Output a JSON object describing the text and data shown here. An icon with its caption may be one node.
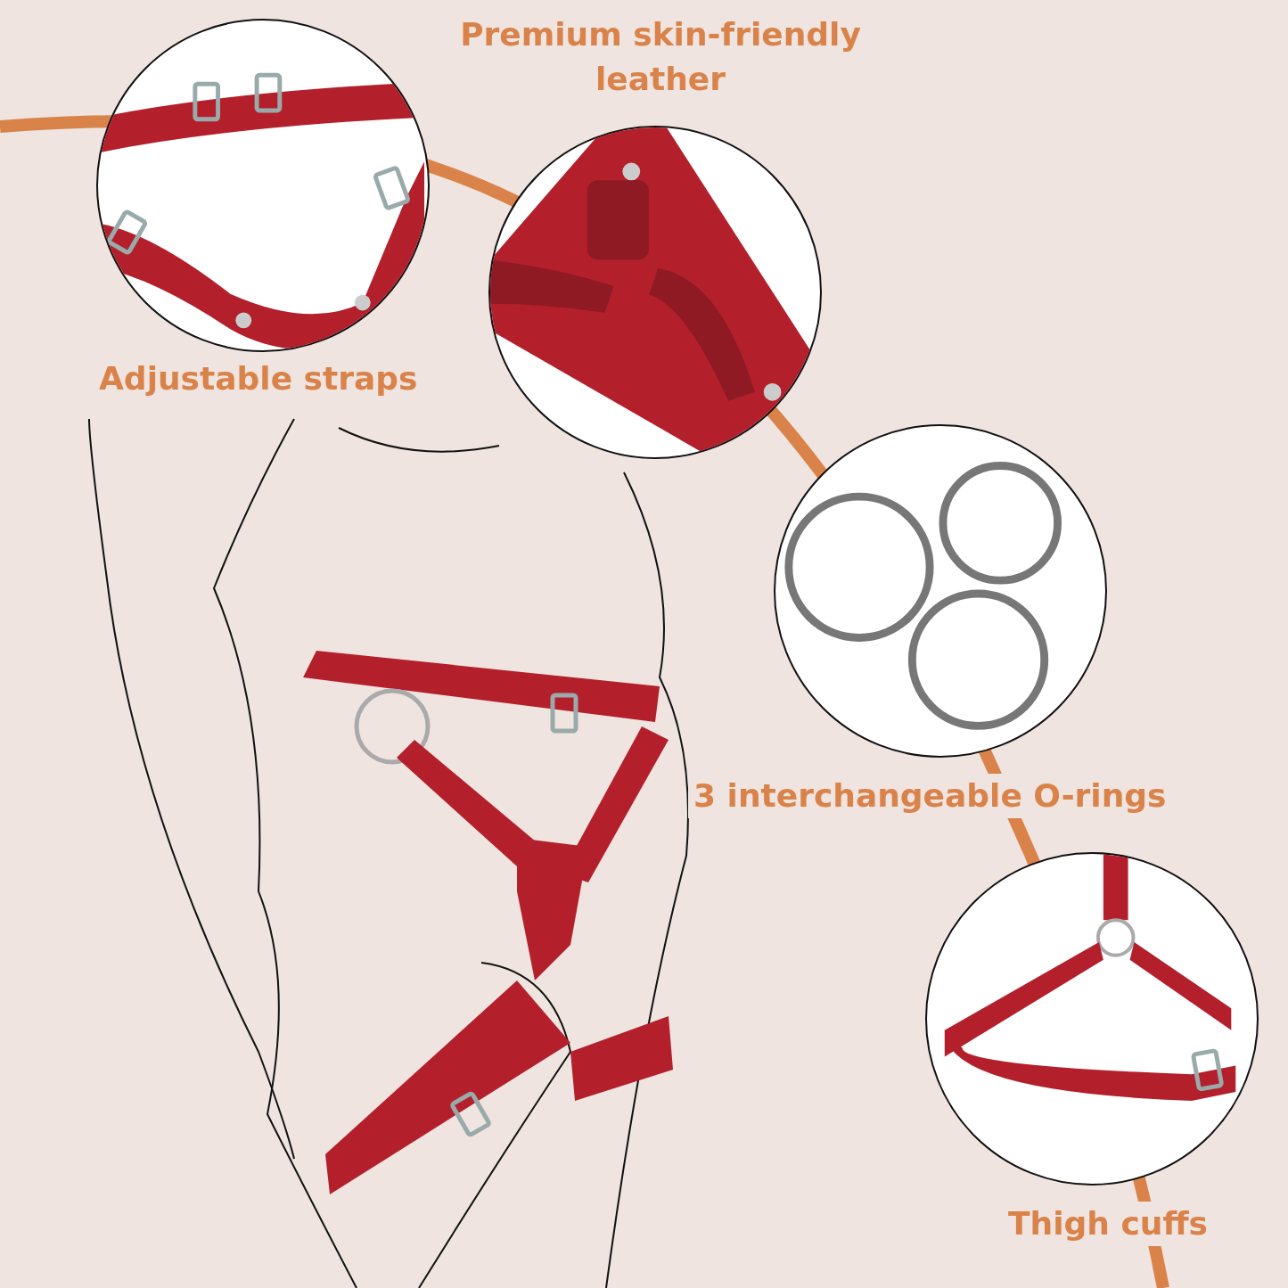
{
  "diagram": {
    "nodes": [
      {
        "text": [],
        "shape": "picture",
        "beside": [
          "Adjustable straps"
        ]
      },
      {
        "text": [],
        "shape": "picture",
        "beside": [
          "Premium skin-friendly leather"
        ]
      },
      {
        "text": [],
        "shape": "picture",
        "beside": [
          "3 interchangeable O-rings"
        ]
      },
      {
        "text": [],
        "shape": "picture",
        "beside": [
          "Thigh cuffs"
        ]
      }
    ]
  }
}
